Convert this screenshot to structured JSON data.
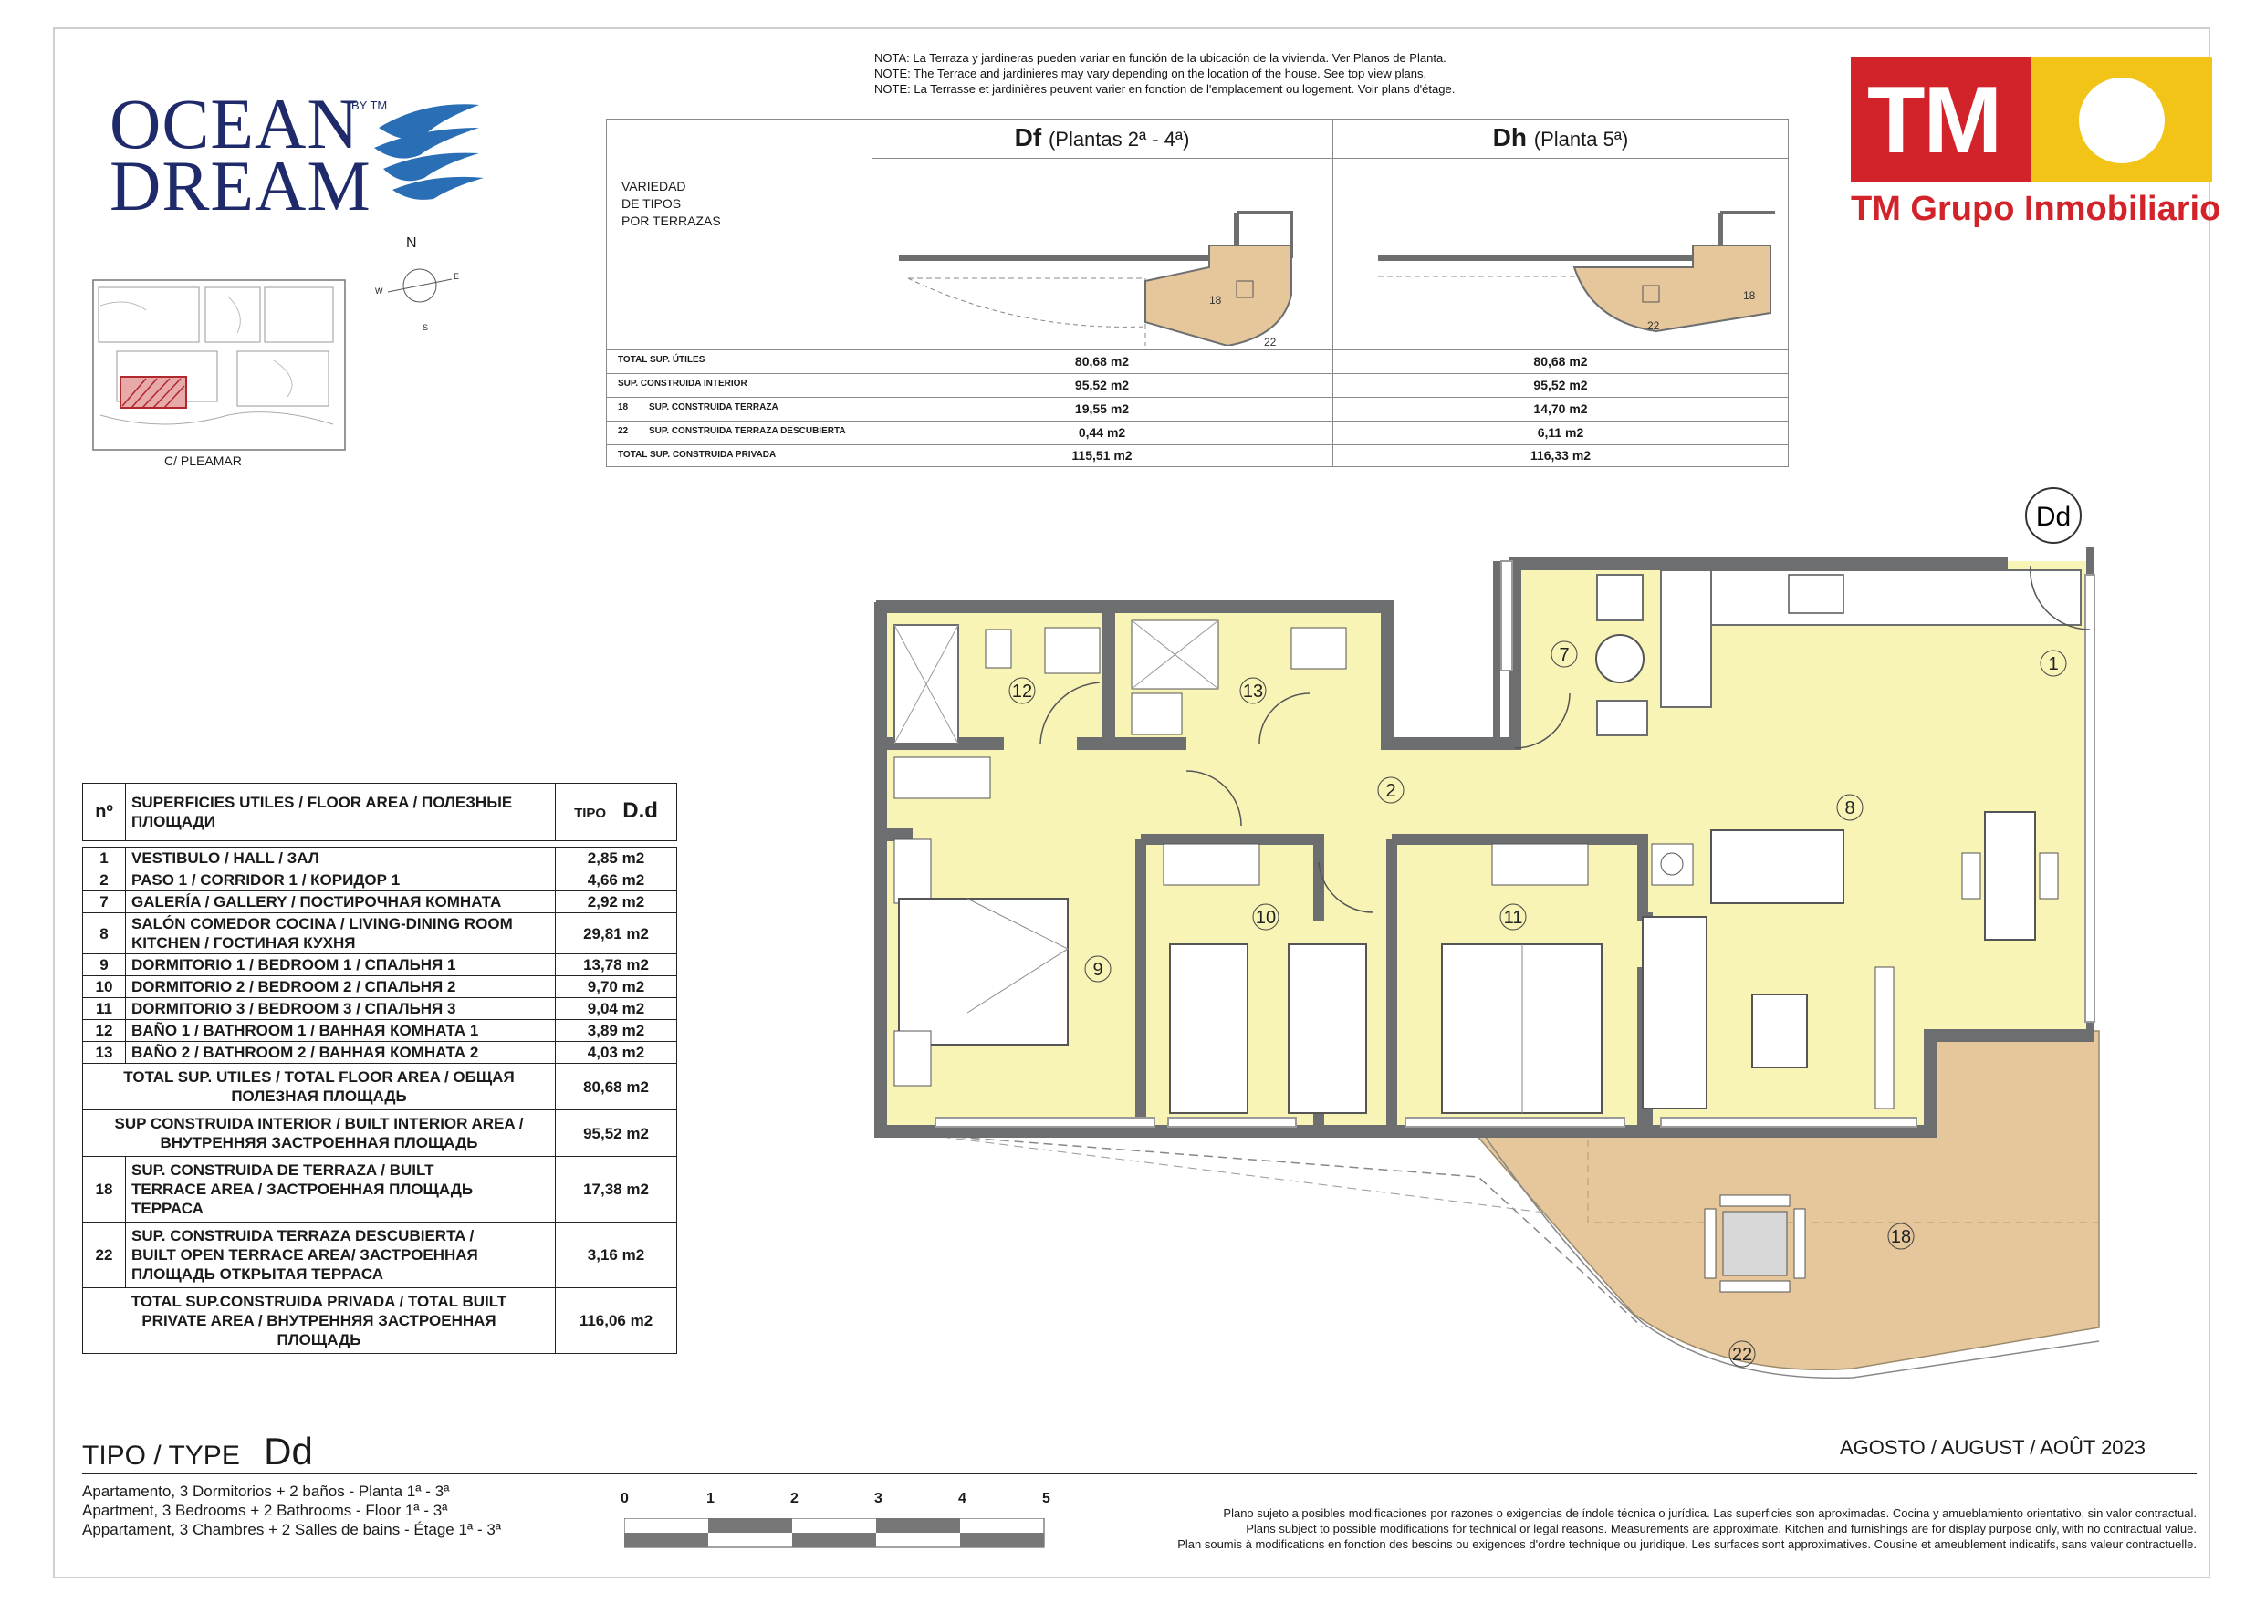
{
  "logo": {
    "line1": "OCEAN",
    "line2": "DREAM",
    "by": "BY TM"
  },
  "site_plan": {
    "street": "C/ PLEAMAR"
  },
  "compass": {
    "n": "N",
    "e": "E",
    "w": "W",
    "s": "S"
  },
  "notes": [
    "NOTA: La Terraza y jardineras pueden variar en función de la ubicación de la vivienda. Ver Planos de Planta.",
    "NOTE: The Terrace and jardinieres may vary depending on the location of the house. See top view plans.",
    "NOTE: La Terrasse et jardinières peuvent varier en fonction de l'emplacement ou logement. Voir plans d'étage."
  ],
  "terrace_variety": {
    "label_lines": [
      "VARIEDAD",
      "DE TIPOS",
      "POR TERRAZAS"
    ],
    "types": [
      {
        "code": "Df",
        "floors": "(Plantas 2ª - 4ª)"
      },
      {
        "code": "Dh",
        "floors": "(Planta 5ª)"
      }
    ],
    "rows": [
      {
        "num": "",
        "label": "TOTAL SUP. ÚTILES",
        "df": "80,68 m2",
        "dh": "80,68 m2"
      },
      {
        "num": "",
        "label": "SUP. CONSTRUIDA INTERIOR",
        "df": "95,52 m2",
        "dh": "95,52 m2"
      },
      {
        "num": "18",
        "label": "SUP. CONSTRUIDA TERRAZA",
        "df": "19,55 m2",
        "dh": "14,70 m2"
      },
      {
        "num": "22",
        "label": "SUP. CONSTRUIDA TERRAZA DESCUBIERTA",
        "df": "0,44 m2",
        "dh": "6,11 m2"
      },
      {
        "num": "",
        "label": "TOTAL SUP. CONSTRUIDA PRIVADA",
        "df": "115,51 m2",
        "dh": "116,33 m2"
      }
    ],
    "marker_18": "18",
    "marker_22": "22"
  },
  "brand": {
    "letters": "TM",
    "name": "TM Grupo Inmobiliario",
    "red": "#d2232a",
    "yellow": "#f2c418"
  },
  "plan": {
    "unit_tag": "Dd",
    "rooms": [
      "1",
      "2",
      "7",
      "8",
      "9",
      "10",
      "11",
      "12",
      "13",
      "18",
      "22"
    ],
    "floor_color": "#f7f4b5",
    "terrace_color": "#e6c79c",
    "wall_color": "#6d6e70"
  },
  "area_table": {
    "head_n": "nº",
    "head_desc": "SUPERFICIES UTILES / FLOOR AREA / ПОЛЕЗНЫЕ ПЛОЩАДИ",
    "head_type": "TIPO",
    "head_type_code": "D.d",
    "rooms": [
      {
        "n": "1",
        "desc": "VESTIBULO / HALL / ЗАЛ",
        "v": "2,85 m2"
      },
      {
        "n": "2",
        "desc": "PASO 1 / CORRIDOR 1 / КОРИДОР 1",
        "v": "4,66 m2"
      },
      {
        "n": "7",
        "desc": "GALERÍA / GALLERY / ПОСТИРОЧНАЯ КОМНАТА",
        "v": "2,92 m2"
      },
      {
        "n": "8",
        "desc": "SALÓN COMEDOR COCINA / LIVING-DINING ROOM KITCHEN / ГОСТИНАЯ КУХНЯ",
        "v": "29,81 m2"
      },
      {
        "n": "9",
        "desc": "DORMITORIO 1 / BEDROOM 1 / СПАЛЬНЯ 1",
        "v": "13,78 m2"
      },
      {
        "n": "10",
        "desc": "DORMITORIO 2 / BEDROOM 2 / СПАЛЬНЯ 2",
        "v": "9,70 m2"
      },
      {
        "n": "11",
        "desc": "DORMITORIO 3 / BEDROOM 3 / СПАЛЬНЯ 3",
        "v": "9,04 m2"
      },
      {
        "n": "12",
        "desc": "BAÑO 1 / BATHROOM 1 / ВАННАЯ КОМНАТА 1",
        "v": "3,89 m2"
      },
      {
        "n": "13",
        "desc": "BAÑO 2 / BATHROOM 2 / ВАННАЯ КОМНАТА 2",
        "v": "4,03 m2"
      }
    ],
    "total_floor": {
      "desc": "TOTAL SUP. UTILES / TOTAL FLOOR AREA / ОБЩАЯ ПОЛЕЗНАЯ ПЛОЩАДЬ",
      "v": "80,68 m2"
    },
    "built_interior": {
      "desc": "SUP CONSTRUIDA INTERIOR / BUILT INTERIOR AREA / ВНУТРЕННЯЯ ЗАСТРОЕННАЯ ПЛОЩАДЬ",
      "v": "95,52 m2"
    },
    "terrace": {
      "n": "18",
      "desc": "SUP. CONSTRUIDA DE TERRAZA / BUILT TERRACE AREA / ЗАСТРОЕННАЯ ПЛОЩАДЬ ТЕРРАСА",
      "v": "17,38 m2"
    },
    "open_terrace": {
      "n": "22",
      "desc": "SUP. CONSTRUIDA TERRAZA DESCUBIERTA / BUILT OPEN TERRACE AREA/ ЗАСТРОЕННАЯ ПЛОЩАДЬ ОТКРЫТАЯ ТЕРРАСА",
      "v": "3,16 m2"
    },
    "total_private": {
      "desc": "TOTAL SUP.CONSTRUIDA PRIVADA / TOTAL BUILT PRIVATE AREA / ВНУТРЕННЯЯ ЗАСТРОЕННАЯ ПЛОЩАДЬ",
      "v": "116,06 m2"
    }
  },
  "type_block": {
    "label": "TIPO / TYPE",
    "code": "Dd",
    "date": "AGOSTO / AUGUST / AOÛT 2023",
    "desc": [
      "Apartamento, 3 Dormitorios + 2 baños - Planta 1ª - 3ª",
      "Apartment, 3 Bedrooms + 2 Bathrooms - Floor 1ª - 3ª",
      "Appartament, 3 Chambres + 2 Salles de bains - Étage 1ª - 3ª"
    ]
  },
  "scale": {
    "ticks": [
      "0",
      "1",
      "2",
      "3",
      "4",
      "5"
    ]
  },
  "disclaimer": [
    "Plano sujeto a posibles modificaciones por razones o exigencias de índole técnica o jurídica. Las superficies son aproximadas. Cocina y amueblamiento orientativo, sin valor contractual.",
    "Plans subject to possible modifications for technical or legal reasons. Measurements are approximate. Kitchen and furnishings are for display purpose only, with no contractual value.",
    "Plan soumis à modifications en fonction des besoins ou exigences d'ordre technique ou juridique. Les surfaces sont approximatives. Cousine et ameublement indicatifs, sans valeur contractuelle."
  ]
}
